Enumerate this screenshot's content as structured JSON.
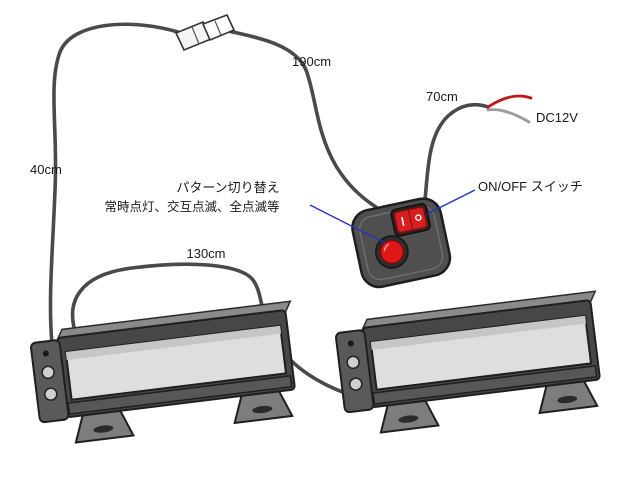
{
  "labels": {
    "cable_top": "190cm",
    "cable_power": "70cm",
    "cable_left": "40cm",
    "cable_between": "130cm",
    "power": "DC12V",
    "switch": "ON/OFF スイッチ",
    "pattern_line1": "パターン切り替え",
    "pattern_line2": "常時点灯、交互点滅、全点滅等"
  },
  "colors": {
    "wire": "#4a4a4a",
    "power_wire_red": "#c01818",
    "power_wire_gray": "#9a9a9a",
    "annotation_blue": "#2233bb",
    "button_red": "#e01818",
    "rocker_red": "#d81f1f",
    "controller_body": "#4f4f4f",
    "bar_body": "#474747",
    "bar_lens": "#dedede"
  }
}
